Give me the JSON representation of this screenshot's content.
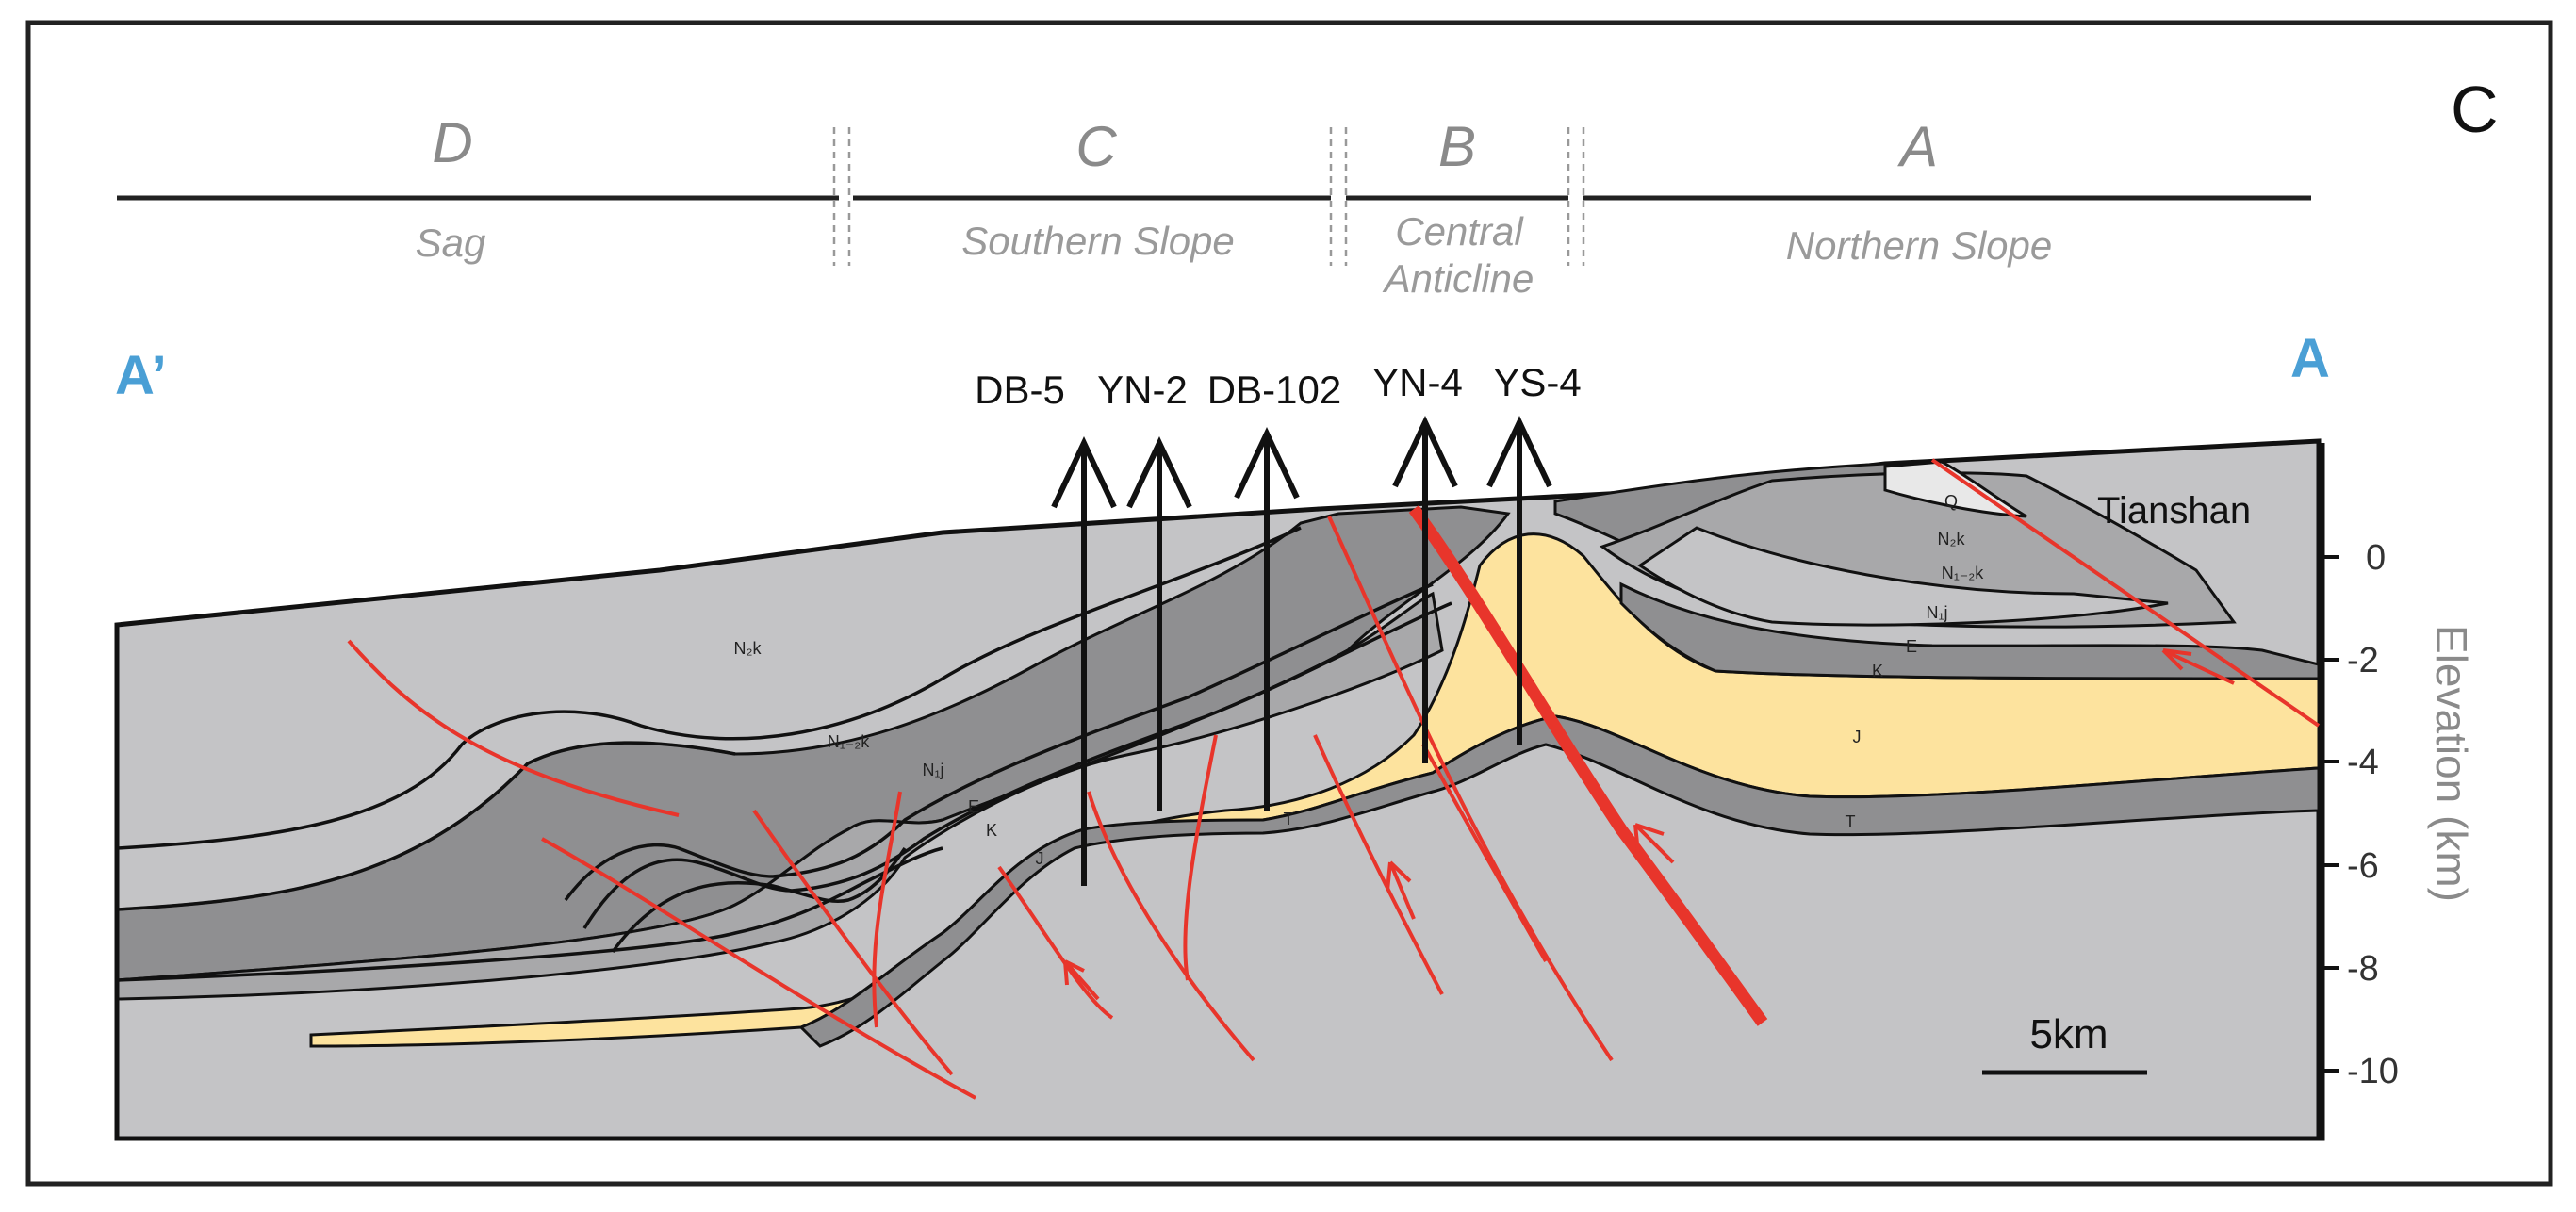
{
  "panel_label": "C",
  "zones": [
    {
      "letter": "D",
      "name": "Sag"
    },
    {
      "letter": "C",
      "name": "Southern Slope"
    },
    {
      "letter": "B",
      "name_line1": "Central",
      "name_line2": "Anticline"
    },
    {
      "letter": "A",
      "name": "Northern Slope"
    }
  ],
  "section_ends": {
    "left": "A’",
    "right": "A"
  },
  "wells": [
    "DB-5",
    "YN-2",
    "DB-102",
    "YN-4",
    "YS-4"
  ],
  "units": {
    "n2k": "N₂k",
    "n12k": "N₁₋₂k",
    "n1j": "N₁j",
    "e": "E",
    "k": "K",
    "j": "J",
    "t": "T",
    "q": "Q"
  },
  "place": "Tianshan",
  "axis": {
    "title": "Elevation (km)",
    "ticks": [
      "0",
      "-2",
      "-4",
      "-6",
      "-8",
      "-10"
    ]
  },
  "scale_bar": "5km",
  "colors": {
    "light_gray": "#c4c4c6",
    "mid_gray": "#a8a8aa",
    "dark_gray": "#8f8f91",
    "sand": "#fde39e",
    "fault": "#e8352b",
    "end_label": "#4a9fd5"
  }
}
